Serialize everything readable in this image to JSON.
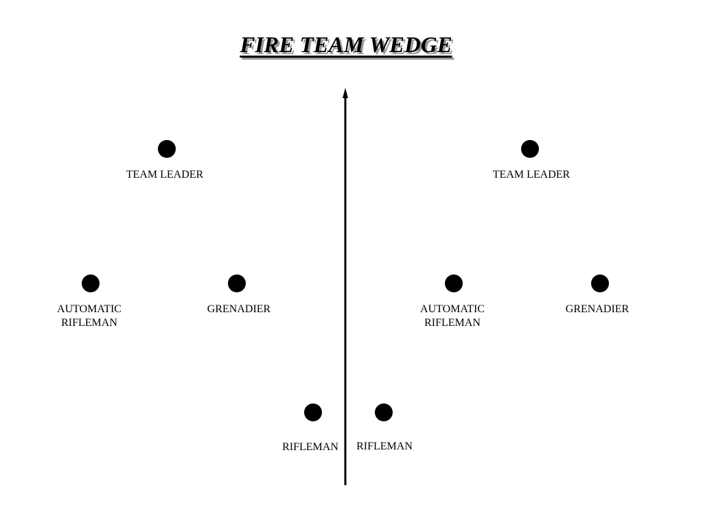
{
  "title": "FIRE TEAM WEDGE",
  "colors": {
    "marker": "#000000",
    "title_shadow": "#9a9a9a",
    "background": "#ffffff"
  },
  "left_team": {
    "team_leader": "TEAM LEADER",
    "automatic_rifleman": "AUTOMATIC\nRIFLEMAN",
    "grenadier": "GRENADIER",
    "rifleman": "RIFLEMAN"
  },
  "right_team": {
    "team_leader": "TEAM LEADER",
    "automatic_rifleman": "AUTOMATIC\nRIFLEMAN",
    "grenadier": "GRENADIER",
    "rifleman": "RIFLEMAN"
  }
}
